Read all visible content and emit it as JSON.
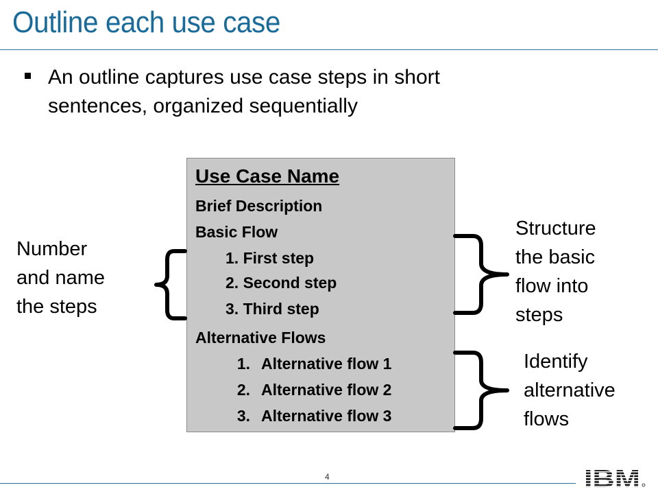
{
  "slide": {
    "title": "Outline each use case",
    "bullet": "An outline captures use case steps in short\nsentences, organized sequentially",
    "page_number": "4"
  },
  "outline": {
    "name": "Use Case Name",
    "brief": "Brief Description",
    "basic_flow": "Basic Flow",
    "steps": [
      "1. First step",
      "2. Second step",
      "3. Third step"
    ],
    "alt_flows_heading": "Alternative Flows",
    "alt_flows": [
      {
        "num": "1.",
        "label": "Alternative flow 1"
      },
      {
        "num": "2.",
        "label": "Alternative flow 2"
      },
      {
        "num": "3.",
        "label": "Alternative flow 3"
      }
    ]
  },
  "annotations": {
    "left": "Number\nand name\nthe steps",
    "right_top": "Structure\nthe basic\nflow into\nsteps",
    "right_bottom": "Identify\nalternative\nflows"
  },
  "branding": {
    "logo": "IBM",
    "logo_icon": "ibm-striped-logo",
    "accent_color": "#1a6a9a"
  }
}
